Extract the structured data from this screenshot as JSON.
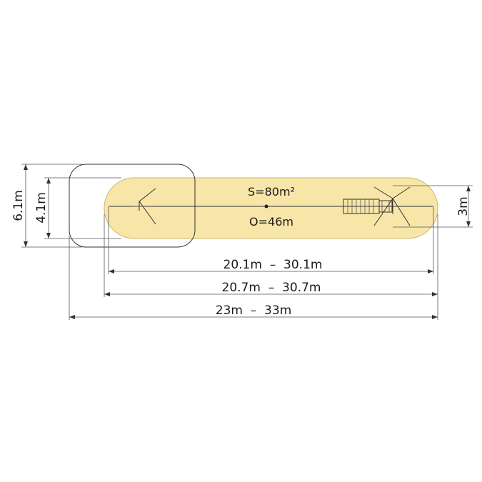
{
  "colors": {
    "zone_fill": "#f7e6a8",
    "zone_stroke": "#c9b56a",
    "outline": "#333333",
    "background": "#ffffff"
  },
  "area_label": "S=80m²",
  "perimeter_label": "O=46m",
  "dimensions": {
    "length_inner": "20.1m  –  30.1m",
    "length_middle": "20.7m  –  30.7m",
    "length_outer": "23m  –  33m",
    "height_outer": "6.1m",
    "height_inner": "4.1m",
    "width_right": "3m"
  },
  "icons": {
    "left_mount": "triangle-bracket-icon",
    "right_mount": "triangle-bracket-icon",
    "cable_car": "cable-car-icon"
  }
}
